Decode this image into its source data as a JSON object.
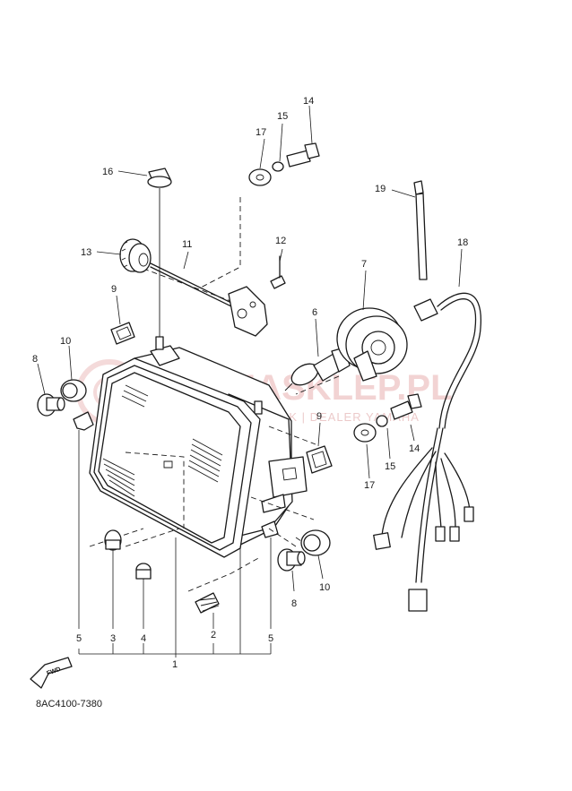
{
  "diagram": {
    "part_code": "8AC4100-7380",
    "direction_label": "FWD",
    "watermark": {
      "main": "YAMASKLEP.PL",
      "sub": "WÓJCIK & WÓJCIK | DEALER YAMAHA"
    },
    "callouts": {
      "c1": "1",
      "c2": "2",
      "c3": "3",
      "c4": "4",
      "c5a": "5",
      "c5b": "5",
      "c6": "6",
      "c7": "7",
      "c8a": "8",
      "c8b": "8",
      "c9a": "9",
      "c9b": "9",
      "c10a": "10",
      "c10b": "10",
      "c11": "11",
      "c12": "12",
      "c13": "13",
      "c14a": "14",
      "c14b": "14",
      "c15a": "15",
      "c15b": "15",
      "c16": "16",
      "c17a": "17",
      "c17b": "17",
      "c18": "18",
      "c19": "19"
    }
  }
}
